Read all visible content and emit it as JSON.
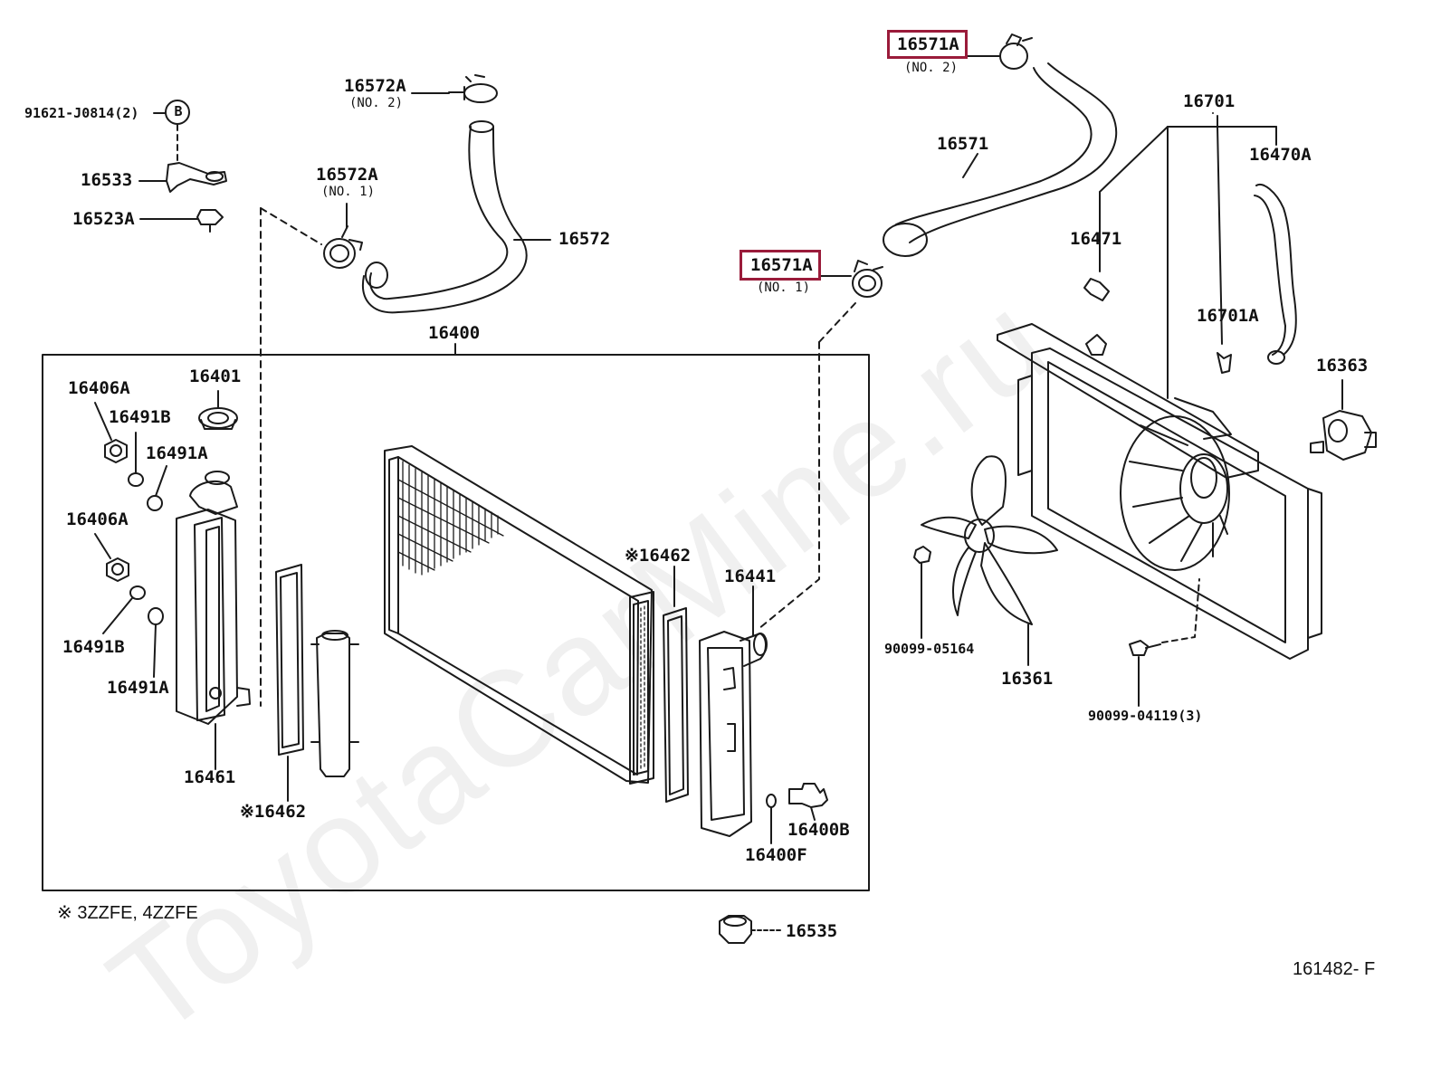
{
  "watermark": "ToyotaCarMine.ru",
  "diagram_code": "161482- F",
  "footnote": "※ 3ZZFE, 4ZZFE",
  "labels": {
    "p16571A_no2": "16571A",
    "p16571A_no2_sub": "(NO. 2)",
    "p16572A_no2": "16572A",
    "p16572A_no2_sub": "(NO. 2)",
    "p91621": "91621-J0814(2)",
    "pB": "B",
    "p16533": "16533",
    "p16523A": "16523A",
    "p16572A_no1": "16572A",
    "p16572A_no1_sub": "(NO. 1)",
    "p16572": "16572",
    "p16571": "16571",
    "p16701": "16701",
    "p16470A": "16470A",
    "p16471": "16471",
    "p16571A_no1": "16571A",
    "p16571A_no1_sub": "(NO. 1)",
    "p16701A": "16701A",
    "p16363": "16363",
    "p16400": "16400",
    "p16406A_a": "16406A",
    "p16401": "16401",
    "p16491B_a": "16491B",
    "p16491A_a": "16491A",
    "p16406A_b": "16406A",
    "p16491B_b": "16491B",
    "p16491A_b": "16491A",
    "p16461": "16461",
    "p16462_a": "※16462",
    "p16462_b": "※16462",
    "p16441": "16441",
    "p16400B": "16400B",
    "p16400F": "16400F",
    "p90099_05164": "90099-05164",
    "p16361": "16361",
    "p90099_04119": "90099-04119(3)",
    "p16535": "16535"
  },
  "colors": {
    "line": "#1a1a1a",
    "highlight": "#9a1b3a",
    "background": "#ffffff"
  }
}
